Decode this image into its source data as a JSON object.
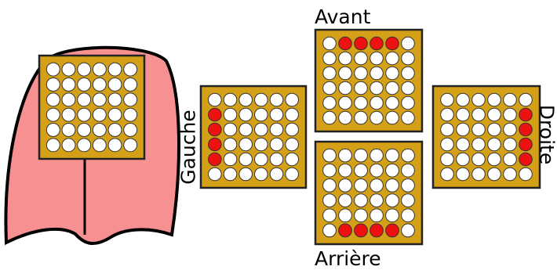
{
  "colors": {
    "tongue_fill": "#f79191",
    "tongue_outline": "#000000",
    "grid_fill": "#d4a017",
    "grid_border": "#222222",
    "dot_off": "#ffffff",
    "dot_on": "#ee1111"
  },
  "labels": {
    "front": "Avant",
    "back": "Arrière",
    "left": "Gauche",
    "right": "Droite"
  },
  "grids": [
    {
      "name": "tongue-grid",
      "rows": 6,
      "cols": 6,
      "lit": []
    },
    {
      "name": "grid-front",
      "rows": 6,
      "cols": 6,
      "lit": [
        [
          0,
          1
        ],
        [
          0,
          2
        ],
        [
          0,
          3
        ],
        [
          0,
          4
        ]
      ]
    },
    {
      "name": "grid-back",
      "rows": 6,
      "cols": 6,
      "lit": [
        [
          5,
          1
        ],
        [
          5,
          2
        ],
        [
          5,
          3
        ],
        [
          5,
          4
        ]
      ]
    },
    {
      "name": "grid-left",
      "rows": 6,
      "cols": 6,
      "lit": [
        [
          1,
          0
        ],
        [
          2,
          0
        ],
        [
          3,
          0
        ],
        [
          4,
          0
        ]
      ]
    },
    {
      "name": "grid-right",
      "rows": 6,
      "cols": 6,
      "lit": [
        [
          1,
          5
        ],
        [
          2,
          5
        ],
        [
          3,
          5
        ],
        [
          4,
          5
        ]
      ]
    }
  ]
}
